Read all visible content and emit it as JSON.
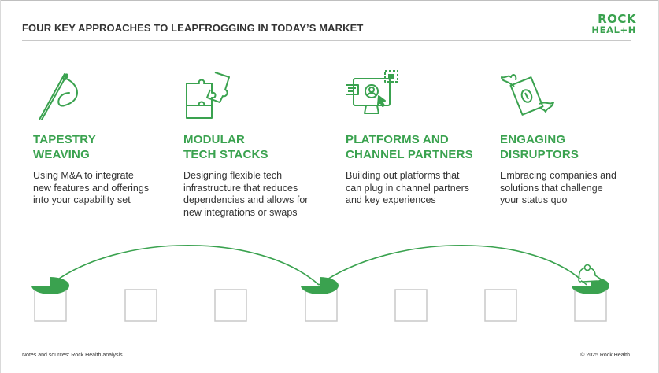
{
  "header": {
    "title": "FOUR KEY APPROACHES TO LEAPFROGGING IN TODAY’S MARKET",
    "logo_line1": "ROCK",
    "logo_line2": "HEAL+H"
  },
  "approaches": [
    {
      "icon": "needle-thread-icon",
      "heading_line1": "TAPESTRY",
      "heading_line2": "WEAVING",
      "desc_lines": [
        "Using M&A to integrate",
        "new features and offerings",
        "into your capability set"
      ]
    },
    {
      "icon": "puzzle-icon",
      "heading_line1": "MODULAR",
      "heading_line2": "TECH STACKS",
      "desc_lines": [
        "Designing flexible tech",
        "infrastructure that reduces",
        "dependencies and allows for",
        "new integrations or swaps"
      ]
    },
    {
      "icon": "platform-screen-icon",
      "heading_line1": "PLATFORMS AND",
      "heading_line2": "CHANNEL PARTNERS",
      "desc_lines": [
        "Building out platforms that",
        "can plug in channel partners",
        "and key experiences"
      ]
    },
    {
      "icon": "flying-money-icon",
      "heading_line1": "ENGAGING",
      "heading_line2": "DISRUPTORS",
      "desc_lines": [
        "Embracing companies and",
        "solutions that challenge",
        "your status quo"
      ]
    }
  ],
  "footer": {
    "notes": "Notes and sources: Rock Health analysis",
    "copyright": "© 2025 Rock Health"
  },
  "colors": {
    "accent": "#3aa24f",
    "text": "#333333",
    "box_border": "#c8c8c8"
  }
}
